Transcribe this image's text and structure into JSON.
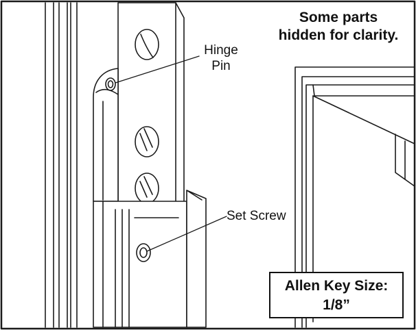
{
  "note": {
    "line1": "Some parts",
    "line2": "hidden for clarity."
  },
  "callouts": {
    "hinge_pin_line1": "Hinge",
    "hinge_pin_line2": "Pin",
    "set_screw": "Set Screw"
  },
  "allen_key": {
    "line1": "Allen Key Size:",
    "line2": "1/8”"
  }
}
